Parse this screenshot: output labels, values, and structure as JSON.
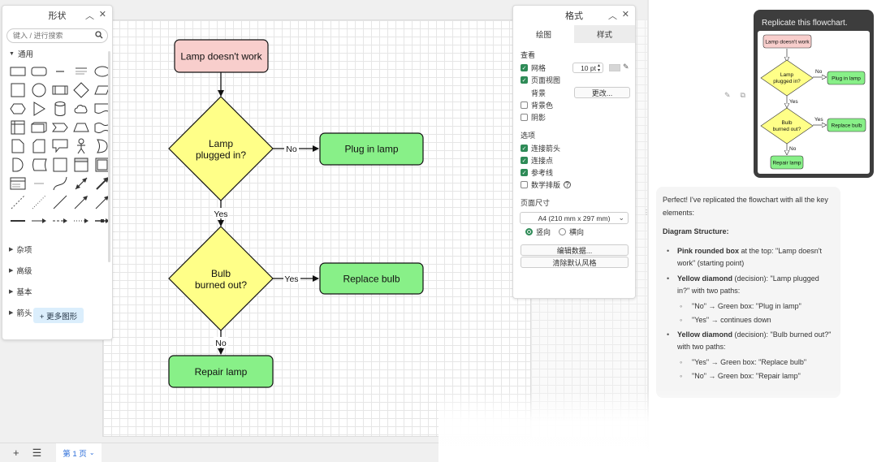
{
  "flowchart": {
    "start": "Lamp doesn't work",
    "decision1": [
      "Lamp",
      "plugged in?"
    ],
    "decision1_no_label": "No",
    "decision1_no_target": "Plug in lamp",
    "decision1_yes_label": "Yes",
    "decision2": [
      "Bulb",
      "burned out?"
    ],
    "decision2_yes_label": "Yes",
    "decision2_yes_target": "Replace bulb",
    "decision2_no_label": "No",
    "decision2_no_target": "Repair lamp",
    "colors": {
      "start_fill": "#f8cecc",
      "decision_fill": "#ffff88",
      "action_fill": "#88f088",
      "stroke": "#111111"
    }
  },
  "shapes_panel": {
    "title": "形状",
    "search_placeholder": "键入 / 进行搜索",
    "general_label": "通用",
    "sections": [
      "杂项",
      "高级",
      "基本",
      "箭头"
    ],
    "more_shapes": "+ 更多图形"
  },
  "format_panel": {
    "title": "格式",
    "tabs": [
      "绘图",
      "样式"
    ],
    "view_label": "查看",
    "grid_label": "网格",
    "grid_size": "10 pt",
    "page_view_label": "页面视图",
    "background_label": "背景",
    "change_button": "更改...",
    "bg_color_label": "背景色",
    "shadow_label": "阴影",
    "options_label": "选项",
    "connection_arrows": "连接箭头",
    "connection_points": "连接点",
    "guides": "参考线",
    "math_typesetting": "数学排版",
    "paper_size_label": "页面尺寸",
    "paper_size_value": "A4 (210 mm x 297 mm)",
    "portrait": "竖向",
    "landscape": "横向",
    "edit_data": "编辑数据...",
    "clear_style": "清除默认风格"
  },
  "bottom_bar": {
    "page_tab": "第 1 页"
  },
  "chat": {
    "user_message": "Replicate this flowchart.",
    "thumbnail": {
      "start": "Lamp doesn't work",
      "decision1": [
        "Lamp",
        "plugged in?"
      ],
      "no1": "No",
      "target1": "Plug in lamp",
      "yes1": "Yes",
      "decision2": [
        "Bulb",
        "burned out?"
      ],
      "yes2": "Yes",
      "target2": "Replace bulb",
      "no2": "No",
      "target3": "Repair lamp"
    },
    "ai_intro": "Perfect! I've replicated the flowchart with all the key elements:",
    "ai_heading": "Diagram Structure:",
    "item1_bold": "Pink rounded box",
    "item1_rest": " at the top: \"Lamp doesn't work\" (starting point)",
    "item2_bold": "Yellow diamond",
    "item2_rest": " (decision): \"Lamp plugged in?\" with two paths:",
    "item2_sub1": "\"No\" → Green box: \"Plug in lamp\"",
    "item2_sub2": "\"Yes\" → continues down",
    "item3_bold": "Yellow diamond",
    "item3_rest": " (decision): \"Bulb burned out?\" with two paths:",
    "item3_sub1": "\"Yes\" → Green box: \"Replace bulb\"",
    "item3_sub2": "\"No\" → Green box: \"Repair lamp\""
  }
}
